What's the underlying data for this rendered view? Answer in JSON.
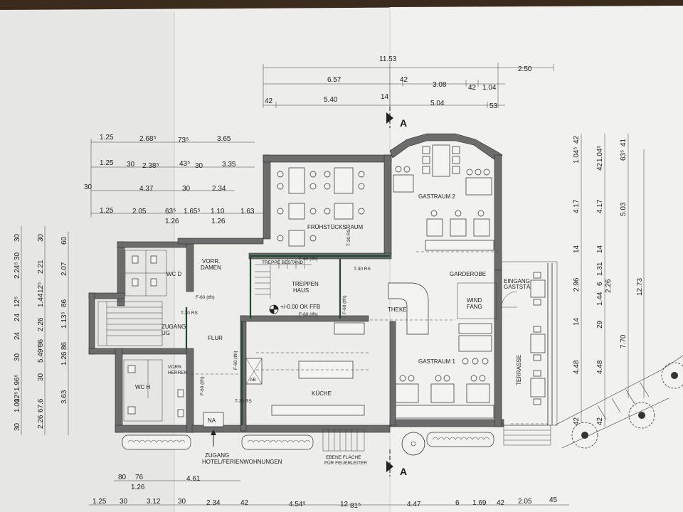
{
  "plan": {
    "rooms": {
      "fruehstuecksraum": "FRÜHSTÜCKSRAUM",
      "gastraum2": "GASTRAUM 2",
      "garderobe": "GARDEROBE",
      "eingang1": "EINGANG",
      "eingang2": "GASTSTÄTTE",
      "windfang1": "WIND",
      "windfang2": "FANG",
      "theke": "THEKE",
      "gastraum1": "GASTRAUM 1",
      "terrasse": "TERRASSE",
      "kueche": "KÜCHE",
      "treppenhaus1": "TREPPEN",
      "treppenhaus2": "HAUS",
      "treppe_bestand": "TREPPE BESTAND",
      "vorr_damen1": "VORR.",
      "vorr_damen2": "DAMEN",
      "wc_d": "WC D",
      "zugang_ug1": "ZUGANG",
      "zugang_ug2": "UG",
      "flur": "FLUR",
      "vorr_herren1": "VORR.",
      "vorr_herren2": "HERREN",
      "wc_h": "WC H",
      "na": "NA",
      "ab": "AB",
      "zugang_hotel1": "ZUGANG",
      "zugang_hotel2": "HOTEL/FERIENWOHNUNGEN",
      "ebene1": "EBENE FLÄCHE",
      "ebene2": "FÜR FEUERLEITER"
    },
    "section_marker": "A",
    "level_note": "+/-0.00 OK FFB",
    "door_labels": {
      "t30rs_a": "T-30 RS",
      "t30rs_b": "T-30 RS",
      "t30rs_c": "T-30 RS",
      "t30rs_d": "T-30 RS",
      "f60_a": "F-60 (tfh)",
      "f60_b": "F-60 (tfh)",
      "f60_c": "F-60 (tfh)",
      "f60_d": "F-60 (tfh)",
      "f60_e": "F-60 (tfh)",
      "f60_f": "F-60 (tfh)"
    },
    "top_dimensions": {
      "d_11_53": "11.53",
      "d_2_50": "2.50",
      "d_6_57": "6.57",
      "d_42a": "42",
      "d_3_08": "3.08",
      "d_42b": "42",
      "d_1_04": "1.04",
      "d_42c": "42",
      "d_5_40": "5.40",
      "d_14": "14",
      "d_5_04": "5.04",
      "d_53": "53"
    },
    "upper_left_dimensions": {
      "r1": [
        "1.25",
        "2.68⁵",
        "73⁵",
        "3.65"
      ],
      "r2": [
        "1.25",
        "30",
        "2.38⁵",
        "43⁵",
        "30",
        "3.35"
      ],
      "r3": [
        "30",
        "4.37",
        "30",
        "2.34"
      ],
      "r4": [
        "1.25",
        "2.05",
        "63⁵",
        "1.65⁵",
        "1.10",
        "1.63"
      ],
      "r5": [
        "1.26",
        "1.26"
      ]
    },
    "left_dimensions": [
      "30",
      "2.24⁵",
      "30",
      "30",
      "2.21",
      "60",
      "2.07",
      "12⁵",
      "1.44",
      "12⁵",
      "86",
      "24",
      "2.26",
      "86",
      "1.13⁵",
      "30",
      "1.26",
      "24",
      "5.49⁵",
      "86",
      "3.63",
      "1.96⁵",
      "30",
      "1.00",
      "12⁵",
      "67.6",
      "30",
      "2.26"
    ],
    "right_dimensions": [
      "1.04⁵",
      "42",
      "1.04⁵",
      "42",
      "41",
      "63⁵",
      "4.17",
      "4.17",
      "5.03",
      "14",
      "14",
      "2.96",
      "1.31",
      "6",
      "2.26",
      "1.44",
      "29",
      "14",
      "12.73",
      "7.70",
      "4.48",
      "4.48",
      "42",
      "42"
    ],
    "bottom_dimensions": {
      "b1": [
        "80",
        "76",
        "4.61"
      ],
      "b2": [
        "1.26"
      ],
      "b3": [
        "1.25",
        "30",
        "3.12",
        "30",
        "2.34",
        "42",
        "4.54⁵",
        "12",
        "81⁵",
        "4.47",
        "6",
        "1.69",
        "42",
        "2.05",
        "45"
      ]
    }
  }
}
